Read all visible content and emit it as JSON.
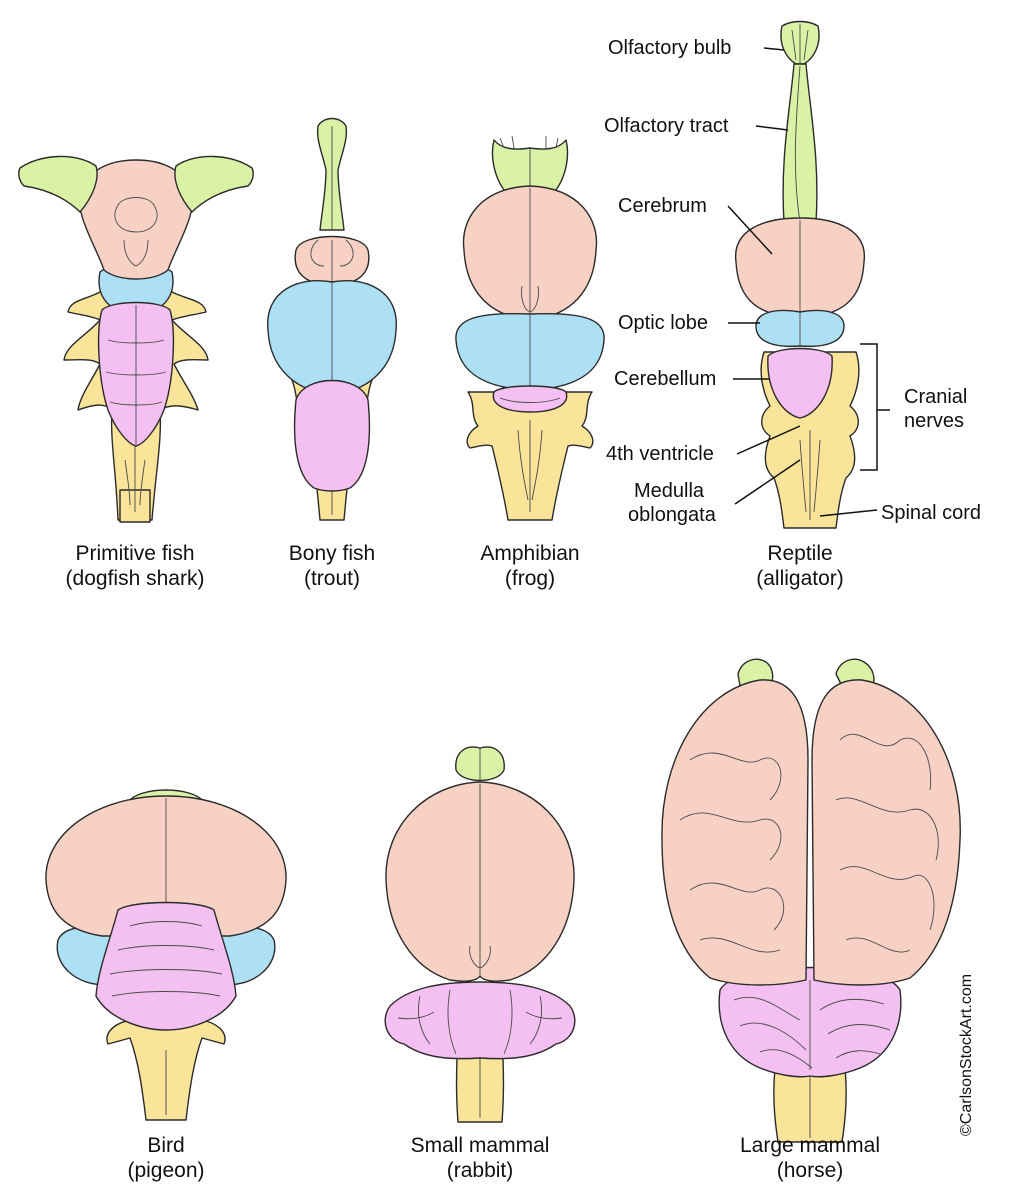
{
  "colors": {
    "olfactory": "#d9f2a6",
    "cerebrum": "#f7d2c4",
    "optic": "#aee0f5",
    "cerebellum": "#f4bff1",
    "medulla": "#f9e49a",
    "outline": "#2b2b2b"
  },
  "captions": {
    "shark": {
      "line1": "Primitive fish",
      "line2": "(dogfish shark)"
    },
    "trout": {
      "line1": "Bony fish",
      "line2": "(trout)"
    },
    "frog": {
      "line1": "Amphibian",
      "line2": "(frog)"
    },
    "alligator": {
      "line1": "Reptile",
      "line2": "(alligator)"
    },
    "pigeon": {
      "line1": "Bird",
      "line2": "(pigeon)"
    },
    "rabbit": {
      "line1": "Small mammal",
      "line2": "(rabbit)"
    },
    "horse": {
      "line1": "Large mammal",
      "line2": "(horse)"
    }
  },
  "labels": {
    "olfactory_bulb": "Olfactory bulb",
    "olfactory_tract": "Olfactory tract",
    "cerebrum": "Cerebrum",
    "optic_lobe": "Optic lobe",
    "cerebellum": "Cerebellum",
    "fourth_ventricle": "4th ventricle",
    "medulla_line1": "Medulla",
    "medulla_line2": "oblongata",
    "cranial_line1": "Cranial",
    "cranial_line2": "nerves",
    "spinal_cord": "Spinal cord"
  },
  "copyright": "©CarlsonStockArt.com"
}
